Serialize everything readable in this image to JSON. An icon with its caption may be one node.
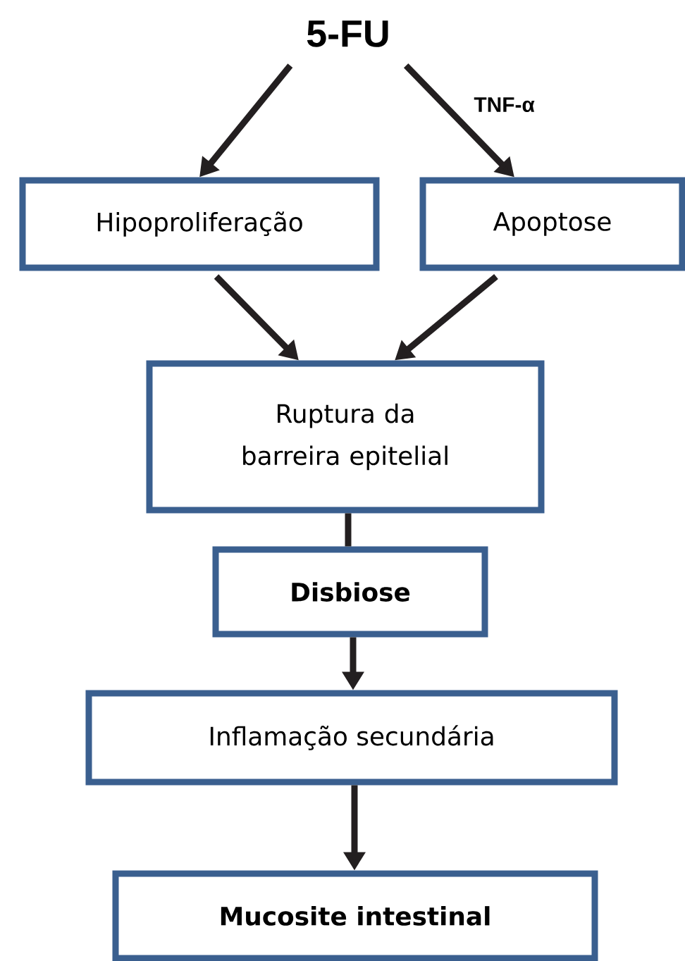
{
  "diagram": {
    "nodes": [
      {
        "text": [
          "5-FU"
        ]
      },
      {
        "text": [
          "Hipoproliferação"
        ]
      },
      {
        "text": [
          "Apoptose"
        ]
      },
      {
        "text": [
          "Ruptura da barreira epitelial"
        ]
      },
      {
        "text": [
          "Disbiose"
        ]
      },
      {
        "text": [
          "Inflamação secundária"
        ]
      },
      {
        "text": [
          "Mucosite intestinal"
        ]
      }
    ],
    "edges": [
      {
        "from": 0,
        "to": 1,
        "arrow": "to"
      },
      {
        "from": 0,
        "to": 2,
        "arrow": "to",
        "label": "TNF-α"
      },
      {
        "from": 1,
        "to": 3,
        "arrow": "to"
      },
      {
        "from": 2,
        "to": 3,
        "arrow": "to"
      },
      {
        "from": 3,
        "to": 4,
        "arrow": "none"
      },
      {
        "from": 4,
        "to": 5,
        "arrow": "to"
      },
      {
        "from": 5,
        "to": 6,
        "arrow": "to"
      }
    ]
  }
}
